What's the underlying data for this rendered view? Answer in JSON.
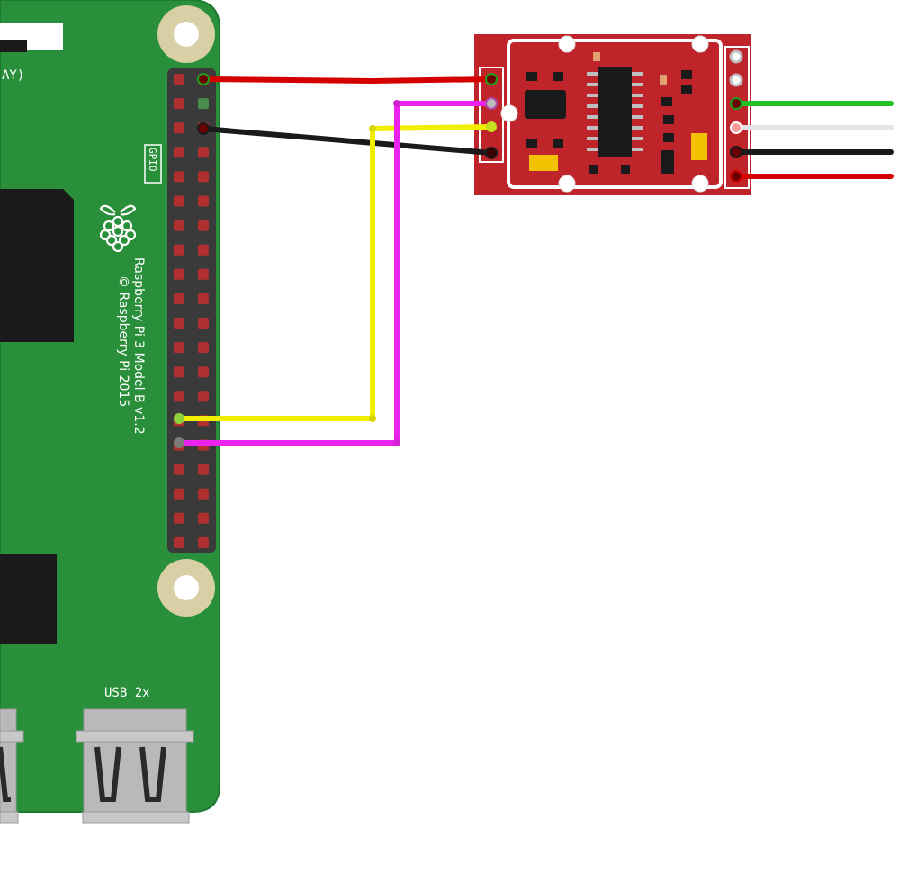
{
  "board": {
    "model_text": "Raspberry Pi 3 Model B v1.2",
    "copyright_text": "© Raspberry Pi 2015",
    "gpio_label": "GPIO",
    "usb_label": "USB 2x",
    "top_label_fragment": "AY)",
    "logo": "raspberry-logo-icon",
    "colors": {
      "pcb": "#2a8f3a",
      "pcb_edge": "#1e7a2e",
      "chip": "#1a1a1a",
      "header": "#3a3a3a",
      "pin": "#b03030",
      "hole": "#d8cfa6",
      "usb": "#b9b9b9"
    }
  },
  "module": {
    "name": "load-cell-amplifier",
    "colors": {
      "pcb": "#c0242b",
      "outline": "#ffffff",
      "chip": "#1a1a1a",
      "cap": "#f2c200"
    }
  },
  "wires": [
    {
      "name": "wire-red-power",
      "color": "#d40000"
    },
    {
      "name": "wire-black-ground",
      "color": "#1a1a1a"
    },
    {
      "name": "wire-yellow-data",
      "color": "#f2ee00"
    },
    {
      "name": "wire-magenta-clock",
      "color": "#ee22ee"
    },
    {
      "name": "wire-green-output",
      "color": "#22c022"
    },
    {
      "name": "wire-white-output",
      "color": "#e6e6e6"
    },
    {
      "name": "wire-black-output",
      "color": "#1a1a1a"
    },
    {
      "name": "wire-red-output",
      "color": "#d40000"
    }
  ]
}
